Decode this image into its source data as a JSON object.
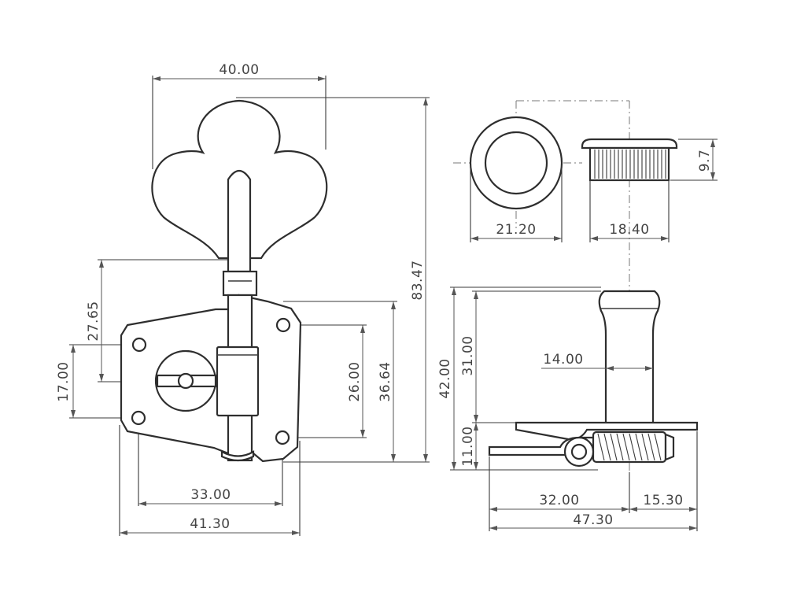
{
  "dimensions": {
    "head_width": "40.00",
    "overall_height": "83.47",
    "shaft_offset": "27.65",
    "hole_spacing_left": "17.00",
    "hole_spacing_right": "26.00",
    "plate_height": "36.64",
    "hole_spacing_bottom": "33.00",
    "plate_width": "41.30",
    "bushing_diameter": "21.20",
    "bushing_side_width": "18.40",
    "bushing_height": "9.7",
    "post_total_height": "42.00",
    "post_height": "31.00",
    "post_diameter": "14.00",
    "base_height": "11.00",
    "base_length": "32.00",
    "gear_offset": "15.30",
    "total_length": "47.30"
  },
  "colors": {
    "line": "#2e2e2e",
    "dimension": "#555555",
    "text": "#444444"
  }
}
